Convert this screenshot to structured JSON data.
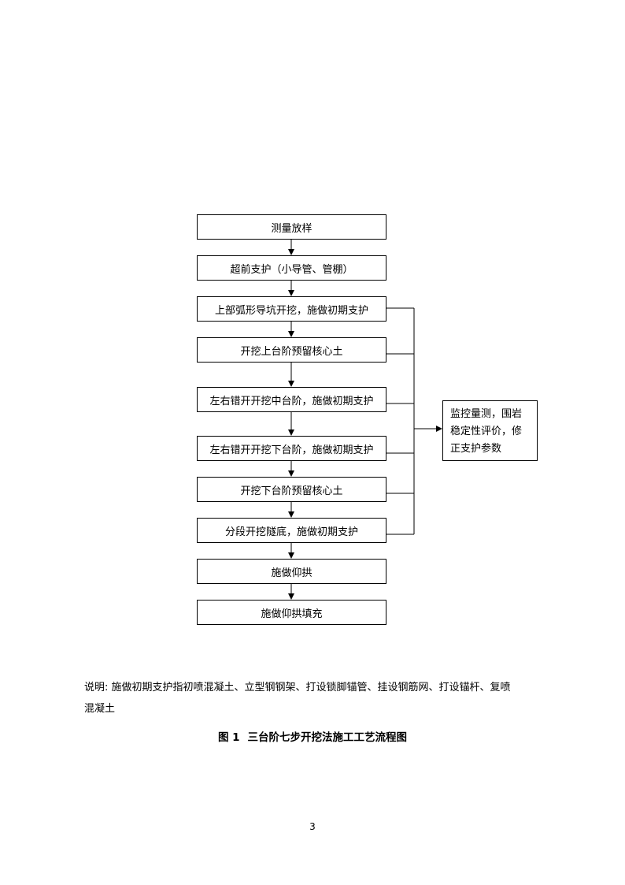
{
  "flowchart": {
    "steps": [
      "测量放样",
      "超前支护（小导管、管棚）",
      "上部弧形导坑开挖，施做初期支护",
      "开挖上台阶预留核心土",
      "左右错开开挖中台阶，施做初期支护",
      "左右错开开挖下台阶，施做初期支护",
      "开挖下台阶预留核心土",
      "分段开挖隧底，施做初期支护",
      "施做仰拱",
      "施做仰拱填充"
    ],
    "monitor_lines": [
      "监控量测，围岩",
      "稳定性评价，修",
      "正支护参数"
    ]
  },
  "note_lines": [
    "说明: 施做初期支护指初喷混凝土、立型钢钢架、打设锁脚锚管、挂设钢筋网、打设锚杆、复喷",
    "混凝土"
  ],
  "caption": {
    "number": "图 1",
    "title": "三台阶七步开挖法施工工艺流程图"
  },
  "page_number": "3"
}
